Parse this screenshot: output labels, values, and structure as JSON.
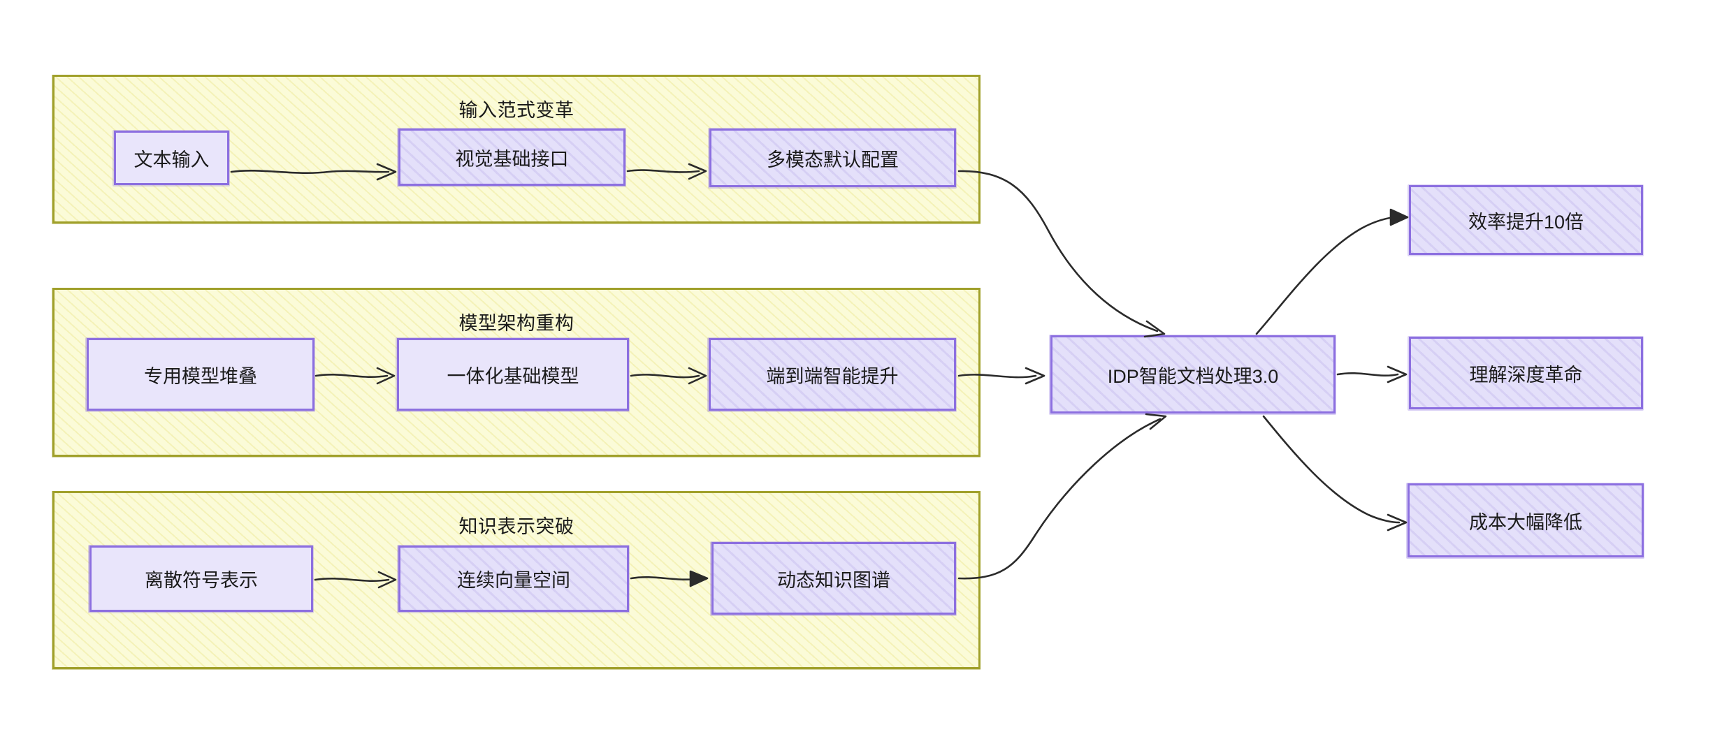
{
  "diagram": {
    "type": "flowchart",
    "direction": "left-to-right",
    "style": "hand-drawn-sketch",
    "background": "#ffffff",
    "colors": {
      "subgraph_border": "#a0a02a",
      "subgraph_fill": "#fbfbd8",
      "node_border": "#8c6fe0",
      "node_fill": "#e4e0fa",
      "edge": "#2b2b2b",
      "text": "#1b1b1b"
    }
  },
  "subgraphs": [
    {
      "id": "sg-input",
      "title": "输入范式变革",
      "nodes": [
        {
          "id": "n-text-input",
          "label": "文本输入"
        },
        {
          "id": "n-vision-api",
          "label": "视觉基础接口"
        },
        {
          "id": "n-multimodal",
          "label": "多模态默认配置"
        }
      ]
    },
    {
      "id": "sg-architecture",
      "title": "模型架构重构",
      "nodes": [
        {
          "id": "n-model-stack",
          "label": "专用模型堆叠"
        },
        {
          "id": "n-unified-base",
          "label": "一体化基础模型"
        },
        {
          "id": "n-e2e-intel",
          "label": "端到端智能提升"
        }
      ]
    },
    {
      "id": "sg-knowledge",
      "title": "知识表示突破",
      "nodes": [
        {
          "id": "n-discrete-sym",
          "label": "离散符号表示"
        },
        {
          "id": "n-vector-space",
          "label": "连续向量空间"
        },
        {
          "id": "n-dynamic-kg",
          "label": "动态知识图谱"
        }
      ]
    }
  ],
  "center": {
    "id": "n-idp-core",
    "label": "IDP智能文档处理3.0"
  },
  "outcomes": [
    {
      "id": "n-efficiency",
      "label": "效率提升10倍"
    },
    {
      "id": "n-depth",
      "label": "理解深度革命"
    },
    {
      "id": "n-cost",
      "label": "成本大幅降低"
    }
  ],
  "edges": [
    {
      "from": "n-text-input",
      "to": "n-vision-api",
      "kind": "arrow"
    },
    {
      "from": "n-vision-api",
      "to": "n-multimodal",
      "kind": "arrow"
    },
    {
      "from": "n-model-stack",
      "to": "n-unified-base",
      "kind": "arrow"
    },
    {
      "from": "n-unified-base",
      "to": "n-e2e-intel",
      "kind": "arrow"
    },
    {
      "from": "n-discrete-sym",
      "to": "n-vector-space",
      "kind": "arrow"
    },
    {
      "from": "n-vector-space",
      "to": "n-dynamic-kg",
      "kind": "arrow"
    },
    {
      "from": "n-multimodal",
      "to": "n-idp-core",
      "kind": "arrow"
    },
    {
      "from": "n-e2e-intel",
      "to": "n-idp-core",
      "kind": "arrow"
    },
    {
      "from": "n-dynamic-kg",
      "to": "n-idp-core",
      "kind": "arrow"
    },
    {
      "from": "n-idp-core",
      "to": "n-efficiency",
      "kind": "arrow"
    },
    {
      "from": "n-idp-core",
      "to": "n-depth",
      "kind": "arrow"
    },
    {
      "from": "n-idp-core",
      "to": "n-cost",
      "kind": "arrow"
    }
  ]
}
